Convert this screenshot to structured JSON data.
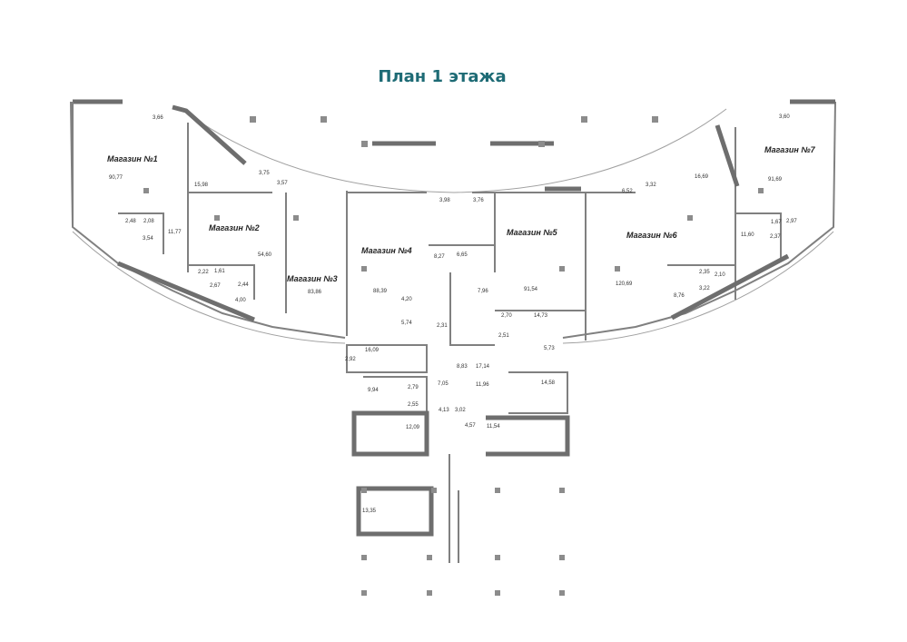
{
  "title": "План 1 этажа",
  "shops": [
    {
      "id": "1",
      "label": "Магазин №1",
      "area": "90,77"
    },
    {
      "id": "2",
      "label": "Магазин №2",
      "area": "54,60"
    },
    {
      "id": "3",
      "label": "Магазин №3",
      "area": "83,86"
    },
    {
      "id": "4",
      "label": "Магазин №4",
      "area": "88,39"
    },
    {
      "id": "5",
      "label": "Магазин №5",
      "area": "91,54"
    },
    {
      "id": "6",
      "label": "Магазин №6",
      "area": "120,69"
    },
    {
      "id": "7",
      "label": "Магазин №7",
      "area": "91,69"
    }
  ],
  "rooms": [
    "3,66",
    "15,98",
    "3,75",
    "3,57",
    "2,48",
    "2,08",
    "3,54",
    "11,77",
    "2,22",
    "1,61",
    "2,67",
    "2,44",
    "4,00",
    "3,98",
    "3,76",
    "8,27",
    "6,65",
    "7,96",
    "4,20",
    "5,74",
    "2,31",
    "2,70",
    "14,73",
    "2,51",
    "5,73",
    "16,09",
    "2,92",
    "8,83",
    "17,14",
    "9,94",
    "2,79",
    "2,55",
    "7,05",
    "11,96",
    "14,58",
    "4,13",
    "3,02",
    "4,57",
    "11,54",
    "12,09",
    "13,35",
    "6,52",
    "3,32",
    "16,69",
    "3,60",
    "11,60",
    "1,67",
    "2,97",
    "2,37",
    "2,35",
    "2,10",
    "3,22",
    "8,76"
  ]
}
